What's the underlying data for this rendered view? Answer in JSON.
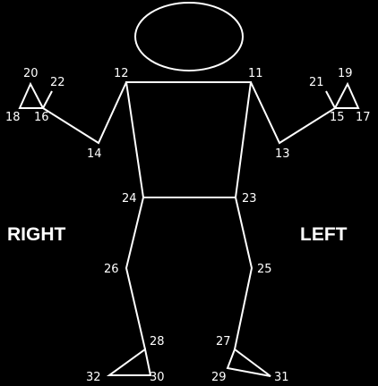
{
  "side_labels": {
    "right": "RIGHT",
    "left": "LEFT"
  },
  "landmarks": {
    "n11": "11",
    "n12": "12",
    "n13": "13",
    "n14": "14",
    "n15": "15",
    "n16": "16",
    "n17": "17",
    "n18": "18",
    "n19": "19",
    "n20": "20",
    "n21": "21",
    "n22": "22",
    "n23": "23",
    "n24": "24",
    "n25": "25",
    "n26": "26",
    "n27": "27",
    "n28": "28",
    "n29": "29",
    "n30": "30",
    "n31": "31",
    "n32": "32"
  }
}
